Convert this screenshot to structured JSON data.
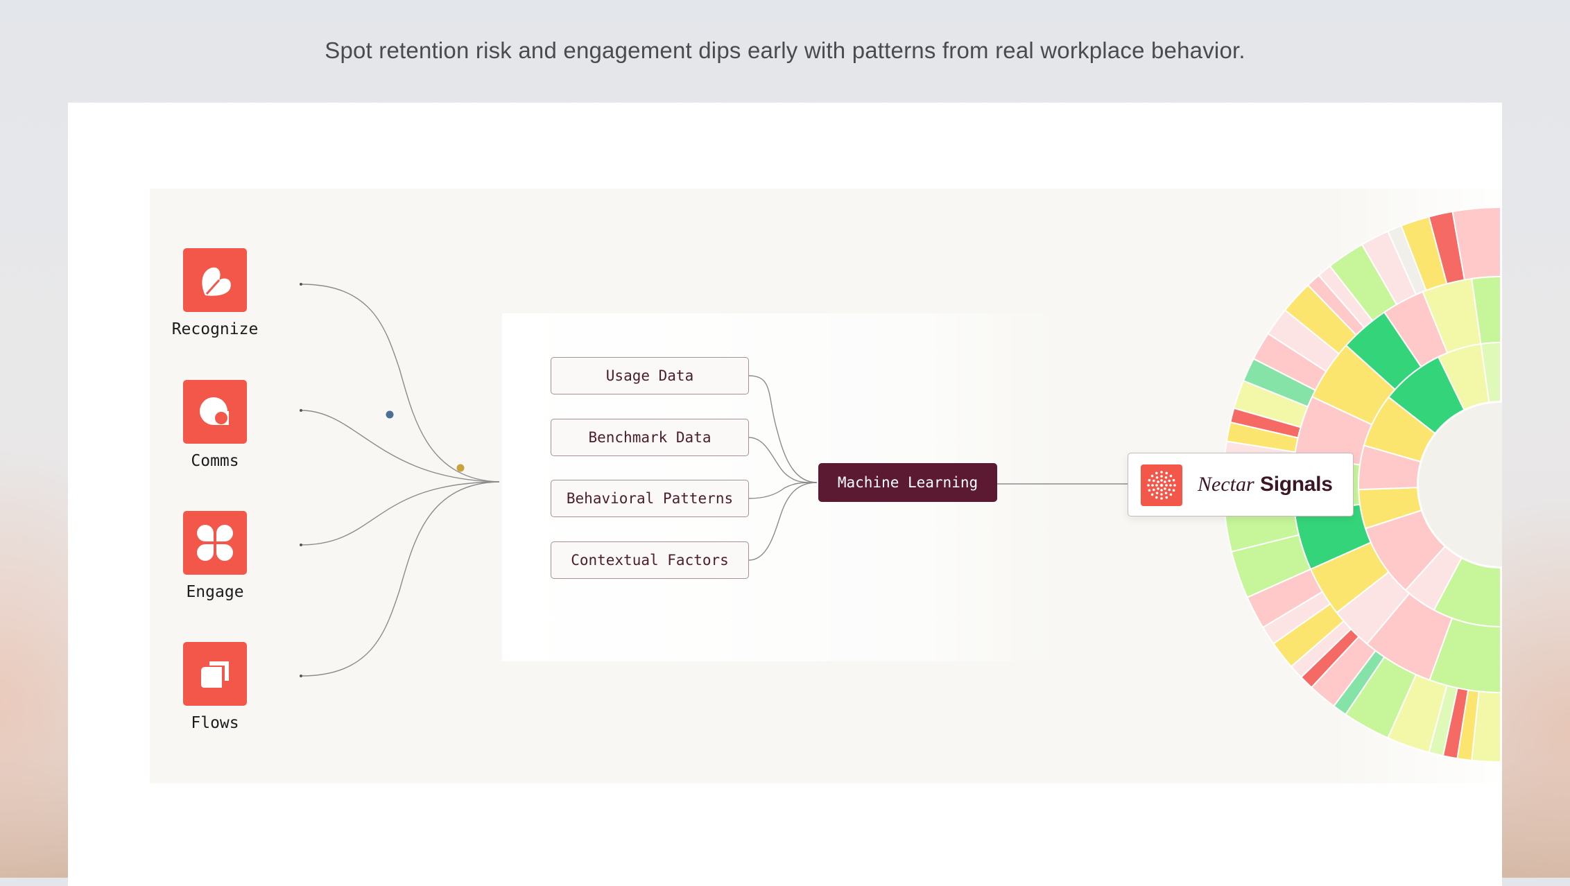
{
  "tagline": "Spot retention risk and engagement dips early with patterns from real workplace behavior.",
  "sources": [
    {
      "label": "Recognize",
      "icon": "heart-leaf-icon"
    },
    {
      "label": "Comms",
      "icon": "chat-bubble-icon"
    },
    {
      "label": "Engage",
      "icon": "four-petal-icon"
    },
    {
      "label": "Flows",
      "icon": "stacked-squares-icon"
    }
  ],
  "data_nodes": [
    {
      "label": "Usage Data"
    },
    {
      "label": "Benchmark Data"
    },
    {
      "label": "Behavioral Patterns"
    },
    {
      "label": "Contextual Factors"
    }
  ],
  "ml_label": "Machine Learning",
  "output": {
    "brand_italic": "Nectar",
    "brand_bold": "Signals",
    "logo_icon": "dotted-sunburst-icon"
  },
  "colors": {
    "accent": "#f2574a",
    "ml_bg": "#5c1a32",
    "node_text": "#4a1d2b",
    "dot_blue": "#4a6e96",
    "dot_gold": "#c8a23a",
    "dot_gray": "#9a9aa0",
    "heat_green": "#34d57a",
    "heat_lime": "#c6f59a",
    "heat_yellow": "#fbe56e",
    "heat_pink": "#ffc9c9",
    "heat_red": "#f56a64"
  }
}
